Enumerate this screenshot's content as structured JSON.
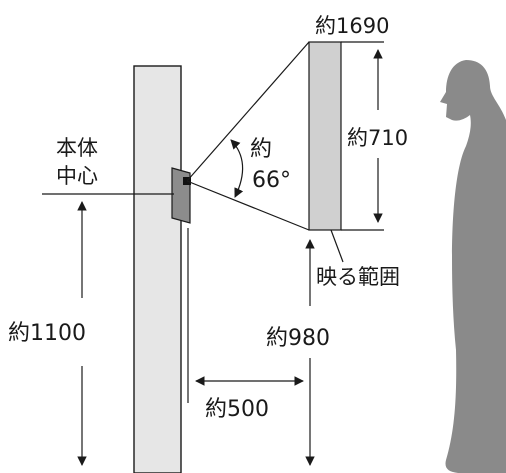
{
  "labels": {
    "width_top": "約1690",
    "center_line1": "本体",
    "center_line2": "中心",
    "angle_prefix": "約",
    "angle_value": "66°",
    "view_height": "約710",
    "view_range": "映る範囲",
    "subject_distance_from_floor": "約980",
    "device_height": "約1100",
    "distance": "約500"
  },
  "colors": {
    "wall": "#e6e6e6",
    "device": "#8c8c8c",
    "view_area": "#d0d0d0",
    "person": "#8a8a8a",
    "ink": "#1a1a1a"
  }
}
